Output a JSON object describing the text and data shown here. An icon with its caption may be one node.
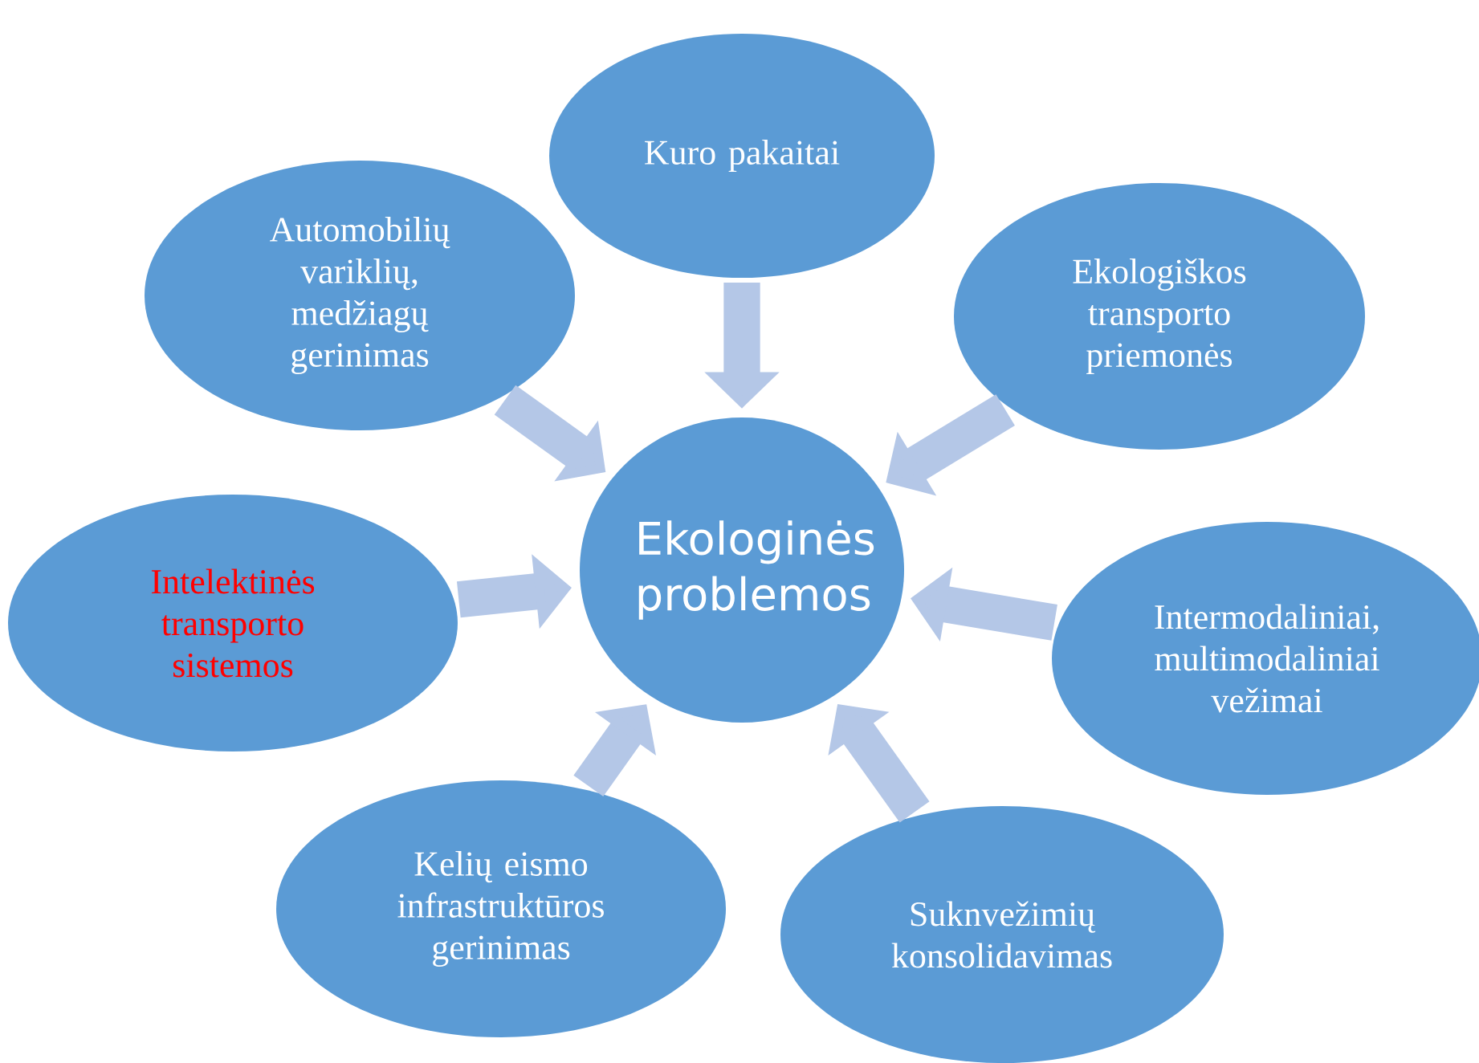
{
  "diagram": {
    "nodes": [
      {
        "text": [
          "Kuro pakaitai"
        ]
      },
      {
        "text": [
          "Automobilių variklių, medžiagų gerinimas"
        ]
      },
      {
        "text": [
          "Ekologiškos transporto priemonės"
        ]
      },
      {
        "text": [
          "Ekologinės problemos"
        ]
      },
      {
        "text": [
          "Intelektinės transporto sistemos"
        ]
      },
      {
        "text": [
          "Intermodaliniai, multimodaliniai vežimai"
        ]
      },
      {
        "text": [
          "Kelių eismo infrastruktūros gerinimas"
        ]
      },
      {
        "text": [
          "Suknvežimių konsolidavimas"
        ]
      }
    ],
    "edges": [
      {
        "from": 0,
        "to": 3,
        "arrow": "to"
      },
      {
        "from": 1,
        "to": 3,
        "arrow": "to"
      },
      {
        "from": 2,
        "to": 3,
        "arrow": "to"
      },
      {
        "from": 4,
        "to": 3,
        "arrow": "to"
      },
      {
        "from": 5,
        "to": 3,
        "arrow": "to"
      },
      {
        "from": 6,
        "to": 3,
        "arrow": "to"
      },
      {
        "from": 7,
        "to": 3,
        "arrow": "to"
      }
    ]
  }
}
